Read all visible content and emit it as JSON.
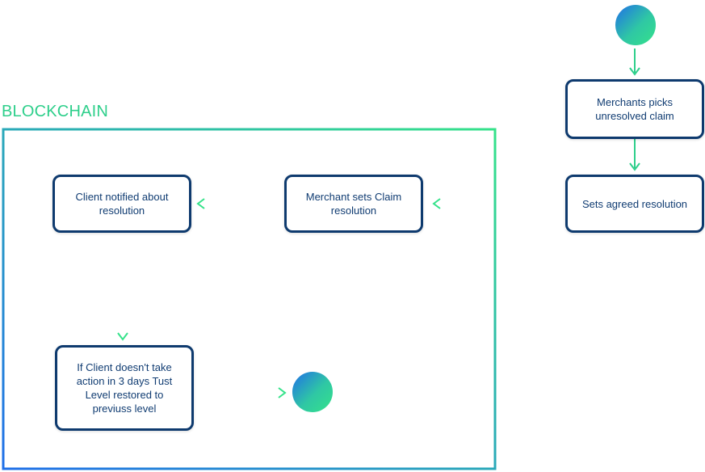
{
  "blockchain_label": "BLOCKCHAIN",
  "steps": {
    "merchant_picks": "Merchants picks\nunresolved claim",
    "agreed_resolution": "Sets agreed resolution",
    "merchant_sets": "Merchant sets Claim\nresolution",
    "client_notified": "Client notified about\nresolution",
    "trust_restored": "If Client doesn't take\naction in 3 days Tust\nLevel restored to\npreviuss level"
  },
  "nodes": {
    "start": "start-node",
    "end": "end-node"
  },
  "colors": {
    "box_border": "#0e3a6e",
    "text": "#103c72",
    "accent_green": "#2ecf8b",
    "accent_blue": "#1f6fe8"
  }
}
